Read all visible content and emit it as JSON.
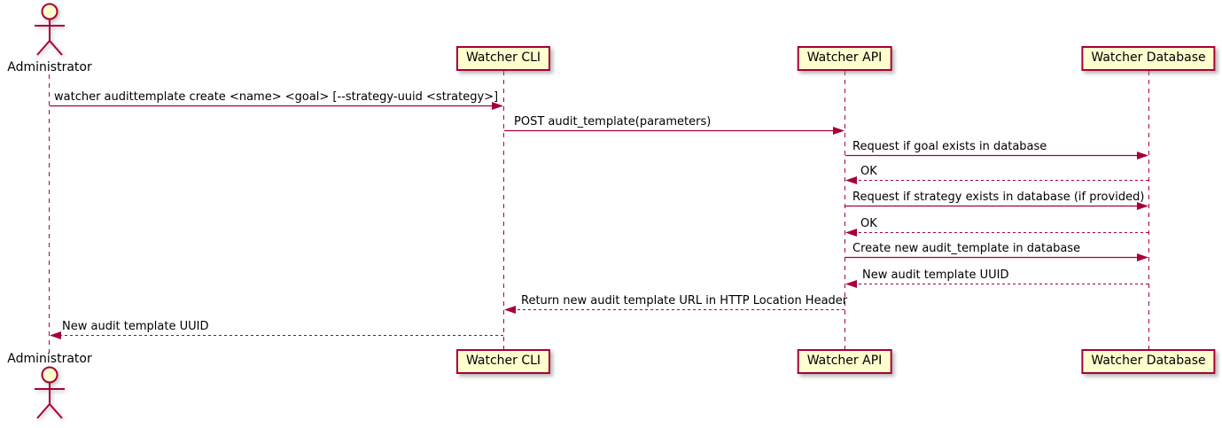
{
  "diagram": {
    "type": "sequence-diagram",
    "colors": {
      "accent": "#A80036",
      "participant_fill": "#FEFECE",
      "text": "#000000",
      "background": "#FFFFFF"
    },
    "actor": {
      "label": "Administrator"
    },
    "participants": [
      {
        "label": "Watcher CLI"
      },
      {
        "label": "Watcher API"
      },
      {
        "label": "Watcher Database"
      }
    ],
    "messages": [
      {
        "from": "Administrator",
        "to": "Watcher CLI",
        "style": "solid",
        "label": "watcher audittemplate create <name> <goal> [--strategy-uuid <strategy>]"
      },
      {
        "from": "Watcher CLI",
        "to": "Watcher API",
        "style": "solid",
        "label": "POST audit_template(parameters)"
      },
      {
        "from": "Watcher API",
        "to": "Watcher Database",
        "style": "solid",
        "label": "Request if goal exists in database"
      },
      {
        "from": "Watcher Database",
        "to": "Watcher API",
        "style": "dashed",
        "label": "OK"
      },
      {
        "from": "Watcher API",
        "to": "Watcher Database",
        "style": "solid",
        "label": "Request if strategy exists in database (if provided)"
      },
      {
        "from": "Watcher Database",
        "to": "Watcher API",
        "style": "dashed",
        "label": "OK"
      },
      {
        "from": "Watcher API",
        "to": "Watcher Database",
        "style": "solid",
        "label": "Create new audit_template in database"
      },
      {
        "from": "Watcher Database",
        "to": "Watcher API",
        "style": "dashed",
        "label": "New audit template UUID"
      },
      {
        "from": "Watcher API",
        "to": "Watcher CLI",
        "style": "dashed",
        "label": "Return new audit template URL in HTTP Location Header"
      },
      {
        "from": "Watcher CLI",
        "to": "Administrator",
        "style": "dashed",
        "label": "New audit template UUID"
      }
    ]
  }
}
